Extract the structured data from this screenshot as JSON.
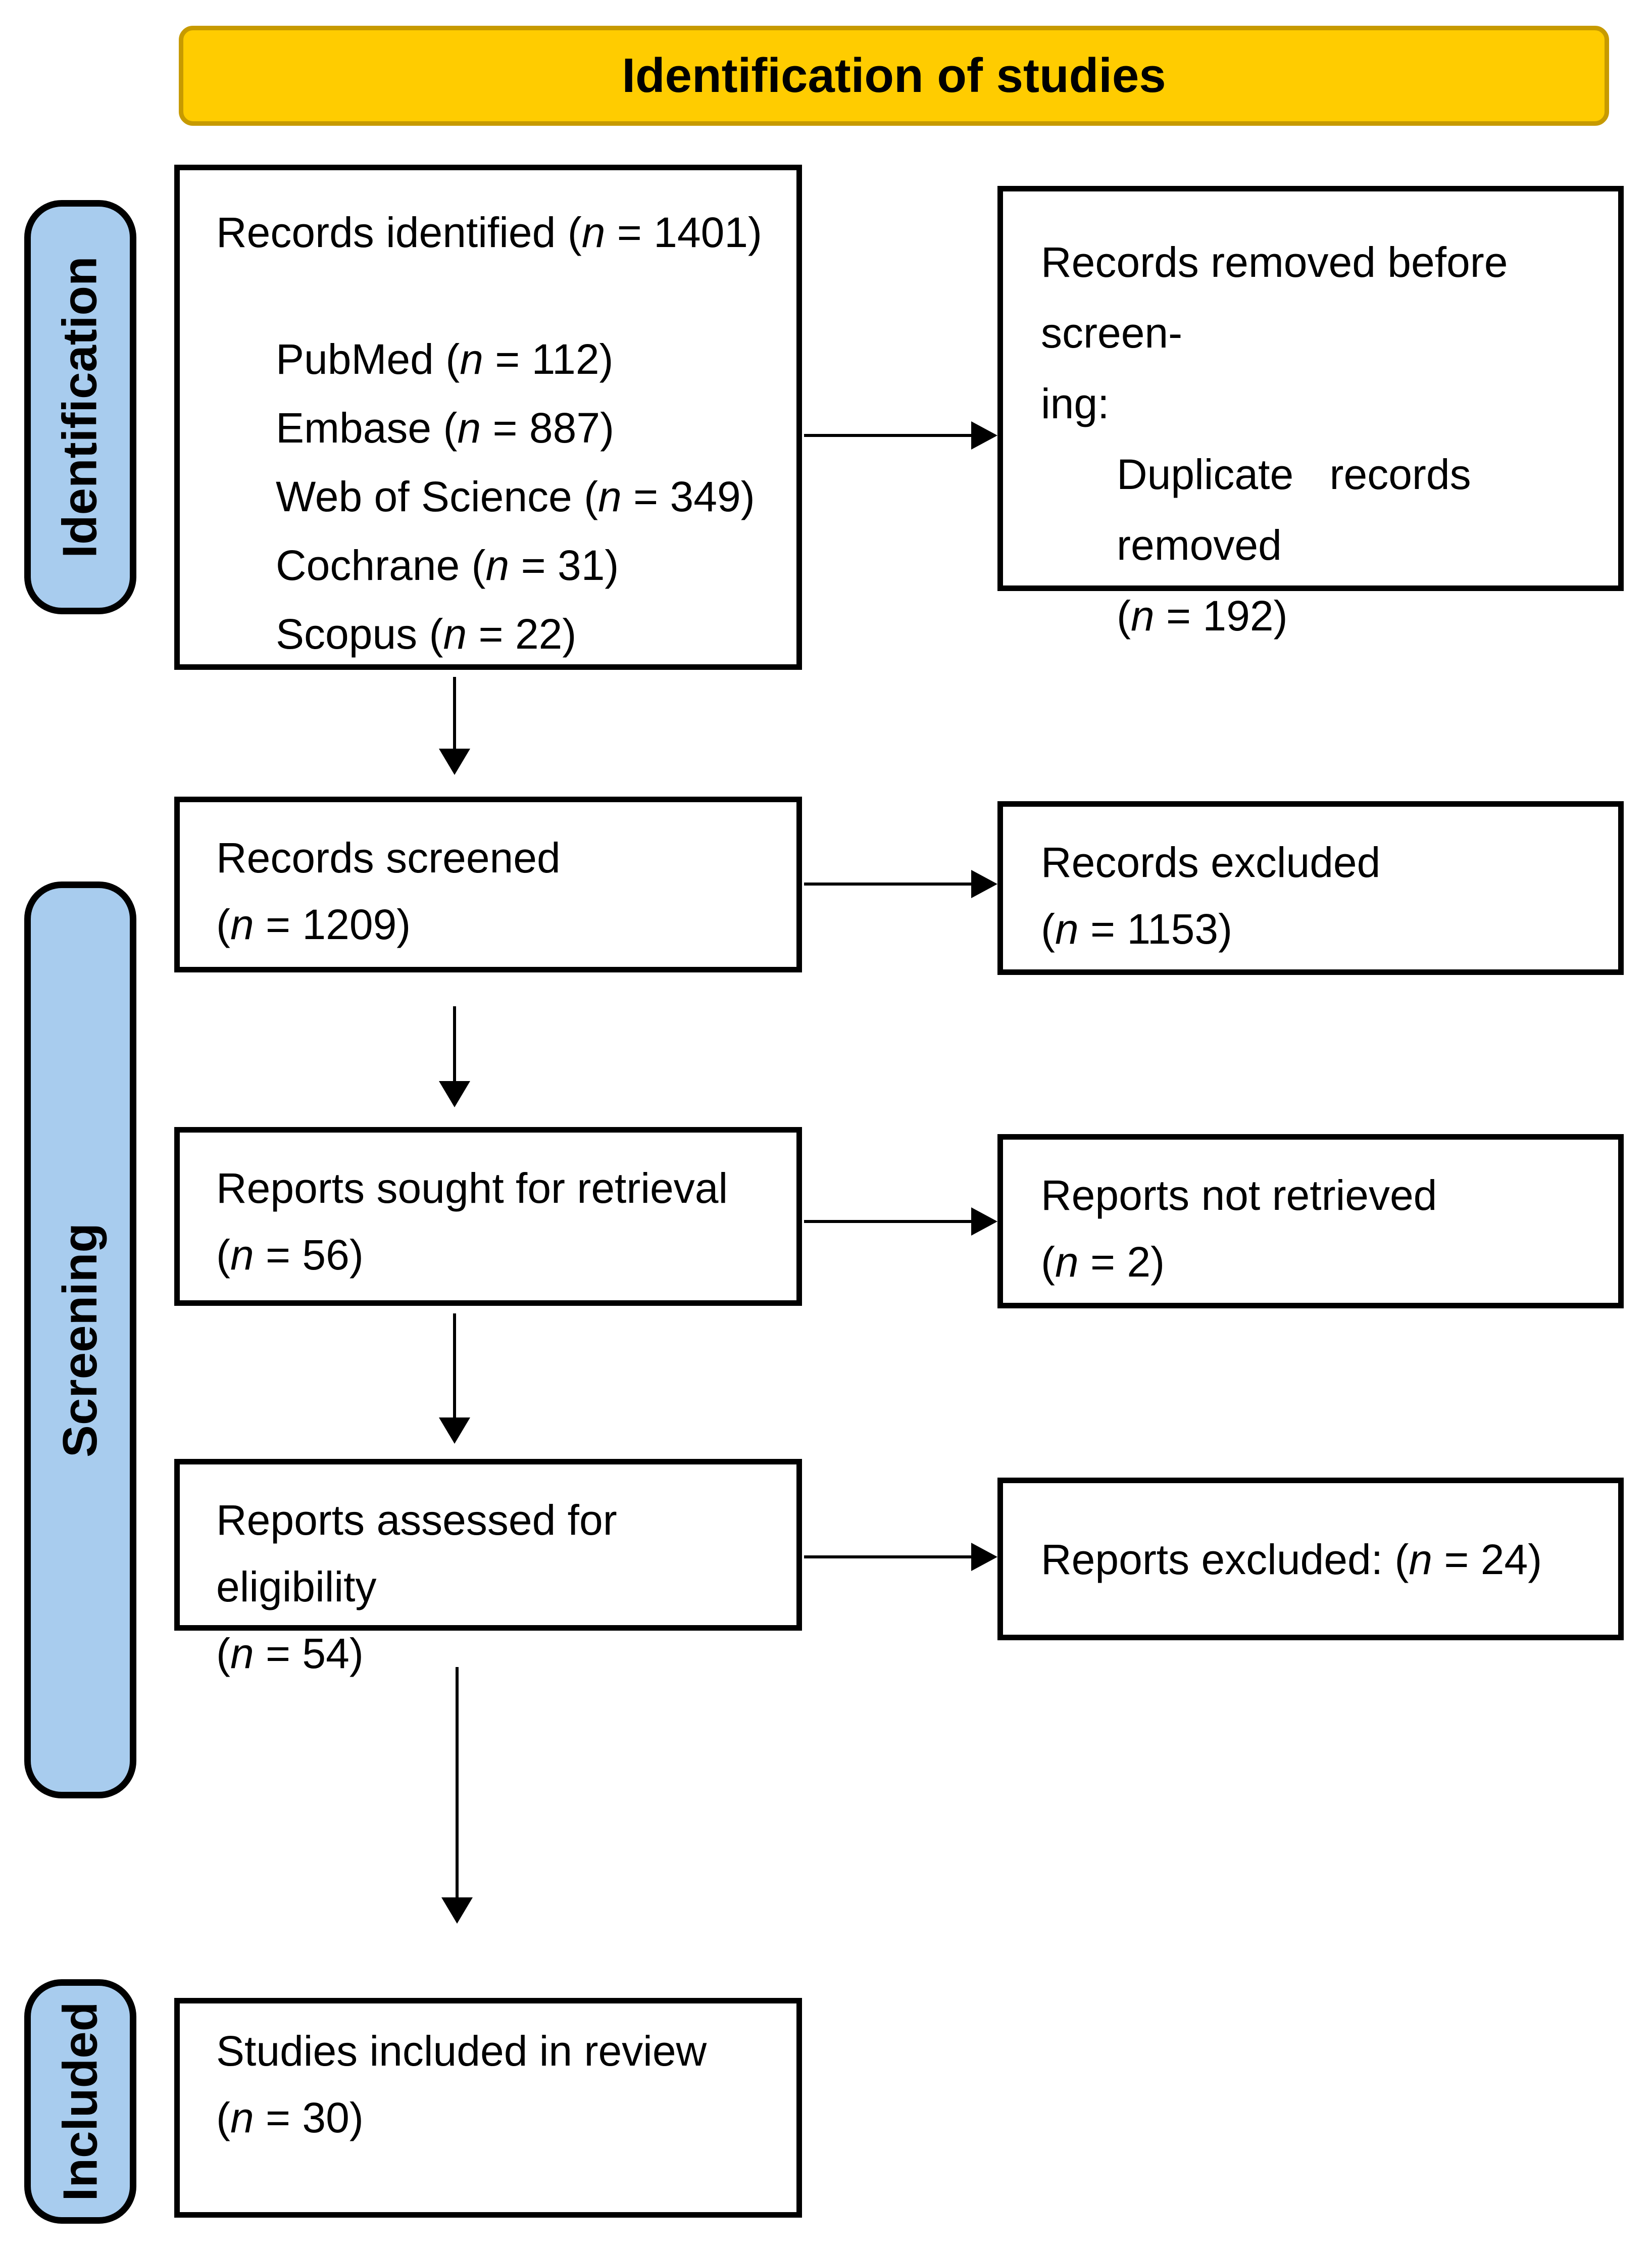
{
  "banner": {
    "label": "Identification of studies"
  },
  "sidebar": {
    "labels": [
      {
        "id": "identification",
        "label": "Identification"
      },
      {
        "id": "screening",
        "label": "Screening"
      },
      {
        "id": "included",
        "label": "Included"
      }
    ]
  },
  "boxes": {
    "records_identified": {
      "title": {
        "pre": "Records identified (",
        "n": "n",
        "post": " = 1401)"
      },
      "sources": [
        {
          "pre": "PubMed (",
          "n": "n",
          "post": " = 112)"
        },
        {
          "pre": "Embase (",
          "n": "n",
          "post": " = 887)"
        },
        {
          "pre": "Web of Science (",
          "n": "n",
          "post": " = 349)"
        },
        {
          "pre": "Cochrane (",
          "n": "n",
          "post": " = 31)"
        },
        {
          "pre": "Scopus (",
          "n": "n",
          "post": " = 22)"
        }
      ]
    },
    "records_removed": {
      "line1": "Records removed before screen-",
      "line2": "ing:",
      "detail": "Duplicate records removed",
      "count": {
        "pre": "(",
        "n": "n",
        "post": " = 192)"
      }
    },
    "records_screened": {
      "title": "Records screened",
      "count": {
        "pre": "(",
        "n": "n",
        "post": " = 1209)"
      }
    },
    "records_excluded": {
      "title": "Records excluded",
      "count": {
        "pre": "(",
        "n": "n",
        "post": " = 1153)"
      }
    },
    "reports_sought": {
      "title": "Reports sought for retrieval",
      "count": {
        "pre": "(",
        "n": "n",
        "post": " = 56)"
      }
    },
    "reports_not_retrieved": {
      "title": "Reports not retrieved",
      "count": {
        "pre": "(",
        "n": "n",
        "post": " = 2)"
      }
    },
    "reports_assessed": {
      "title": "Reports assessed for eligibility",
      "count": {
        "pre": "(",
        "n": "n",
        "post": " = 54)"
      }
    },
    "reports_excluded": {
      "line": {
        "pre": "Reports excluded: (",
        "n": "n",
        "post": " = 24)"
      }
    },
    "studies_included": {
      "title": "Studies included in review",
      "count": {
        "pre": "(",
        "n": "n",
        "post": " = 30)"
      }
    }
  },
  "colors": {
    "banner_fill": "#FFCC00",
    "banner_border": "#C79A00",
    "sidebar_fill": "#A8CCEE",
    "box_border": "#000000",
    "text": "#000000"
  }
}
